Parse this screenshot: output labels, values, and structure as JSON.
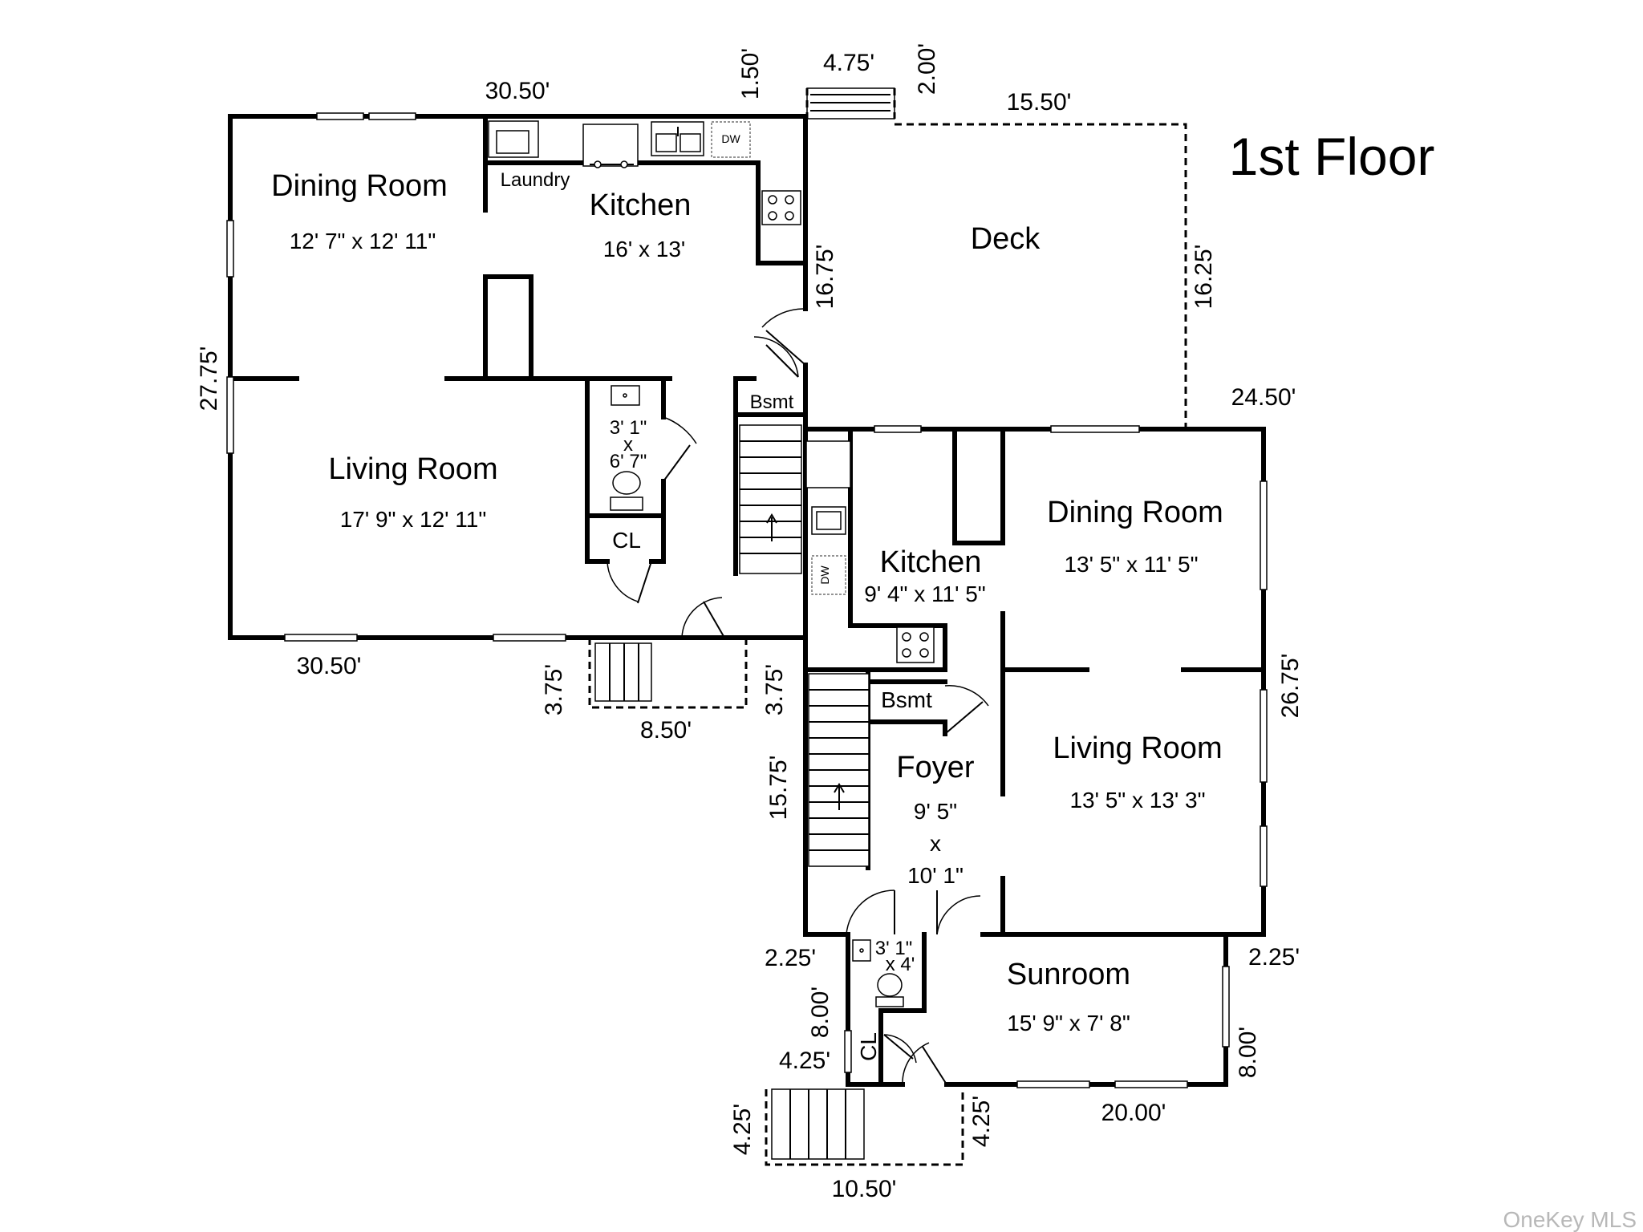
{
  "title": "1st Floor",
  "watermark": "OneKey MLS",
  "rooms": {
    "dining_left": {
      "name": "Dining Room",
      "size": "12' 7\" x 12' 11\""
    },
    "kitchen_left": {
      "name": "Kitchen",
      "size": "16' x 13'"
    },
    "laundry": {
      "name": "Laundry"
    },
    "living_left": {
      "name": "Living Room",
      "size": "17' 9\" x 12' 11\""
    },
    "bath_left": {
      "size_line1": "3' 1\"",
      "size_x": "x",
      "size_line2": "6' 7\""
    },
    "cl_left": {
      "name": "CL"
    },
    "bsmt_left": {
      "name": "Bsmt"
    },
    "deck": {
      "name": "Deck"
    },
    "kitchen_right": {
      "name": "Kitchen",
      "size": "9' 4\" x 11' 5\""
    },
    "dining_right": {
      "name": "Dining Room",
      "size": "13' 5\" x 11' 5\""
    },
    "bsmt_right": {
      "name": "Bsmt"
    },
    "foyer": {
      "name": "Foyer",
      "size_line1": "9' 5\"",
      "size_x": "x",
      "size_line2": "10' 1\""
    },
    "living_right": {
      "name": "Living Room",
      "size": "13' 5\" x 13' 3\""
    },
    "bath_right": {
      "size_line1": "3' 1\"",
      "size_line2": "x 4'"
    },
    "cl_right": {
      "name": "CL"
    },
    "sunroom": {
      "name": "Sunroom",
      "size": "15' 9\" x 7' 8\""
    }
  },
  "fixtures": {
    "dw": "DW"
  },
  "dimensions": {
    "top_left_width": "30.50'",
    "top_small": "1.50'",
    "landing_width": "4.75'",
    "landing_depth": "2.00'",
    "deck_width": "15.50'",
    "left_height": "27.75'",
    "kitchen_wall": "16.75'",
    "deck_height": "16.25'",
    "right_top_width": "24.50'",
    "bottom_left_width": "30.50'",
    "rear_step_left": "3.75'",
    "rear_step_right": "3.75'",
    "rear_step_width": "8.50'",
    "right_height": "26.75'",
    "foyer_wall": "15.75'",
    "sun_left_offset": "2.25'",
    "sun_right_offset": "2.25'",
    "sun_left_height": "8.00'",
    "sun_right_height": "8.00'",
    "front_step_offset": "4.25'",
    "front_step_left": "4.25'",
    "front_step_right": "4.25'",
    "sun_width": "20.00'",
    "front_step_width": "10.50'"
  }
}
